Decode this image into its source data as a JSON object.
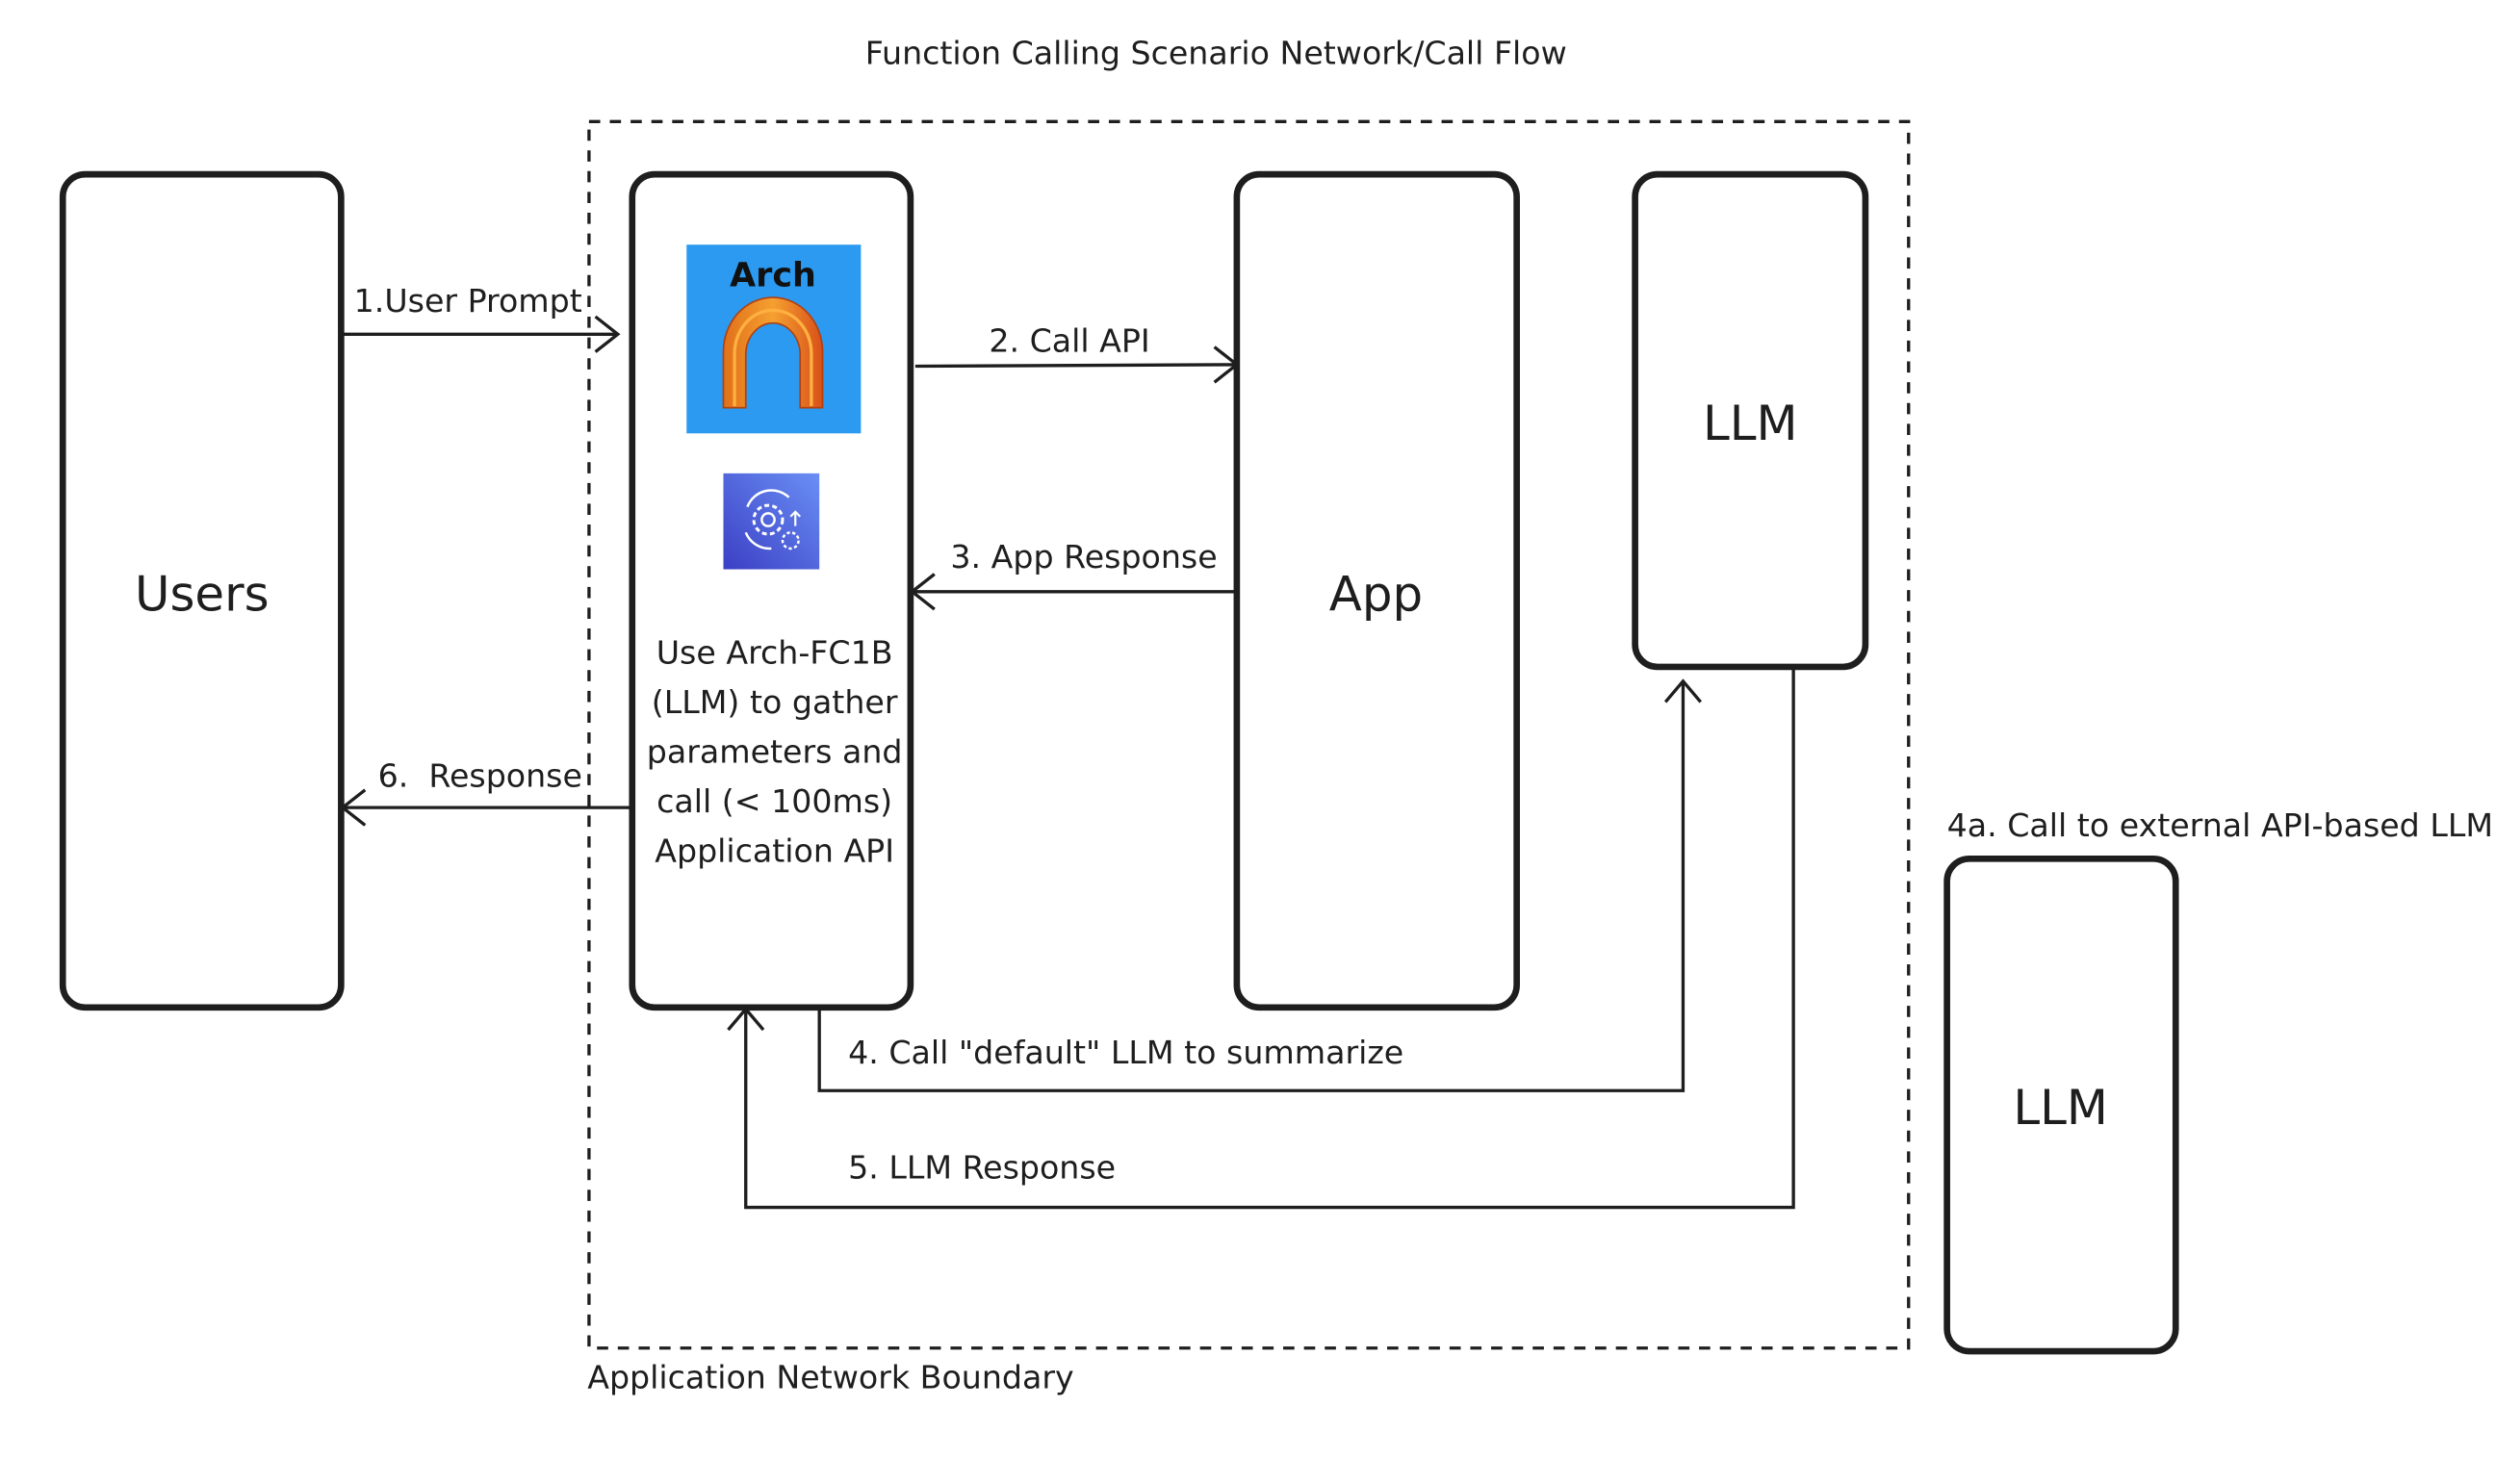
{
  "title": "Function Calling Scenario Network/Call Flow",
  "boundary": {
    "label": "Application Network Boundary"
  },
  "nodes": {
    "users": {
      "label": "Users"
    },
    "arch": {
      "logo_text": "Arch",
      "description": [
        "Use Arch-FC1B",
        "(LLM) to gather",
        "parameters and",
        "call (< 100ms)",
        "Application API"
      ]
    },
    "app": {
      "label": "App"
    },
    "llm_internal": {
      "label": "LLM"
    },
    "llm_external": {
      "label": "LLM",
      "caption": "4a. Call to external API-based LLM"
    }
  },
  "edges": {
    "user_prompt": "1.User Prompt",
    "call_api": "2. Call API",
    "app_response": "3. App Response",
    "call_default_llm": "4. Call \"default\" LLM to summarize",
    "llm_response": "5. LLM Response",
    "response": "6.  Response"
  },
  "colors": {
    "arch_logo_bg": "#2b9af0",
    "gear_icon_bg": "#4a5fe0",
    "stroke": "#1e1e1e"
  }
}
